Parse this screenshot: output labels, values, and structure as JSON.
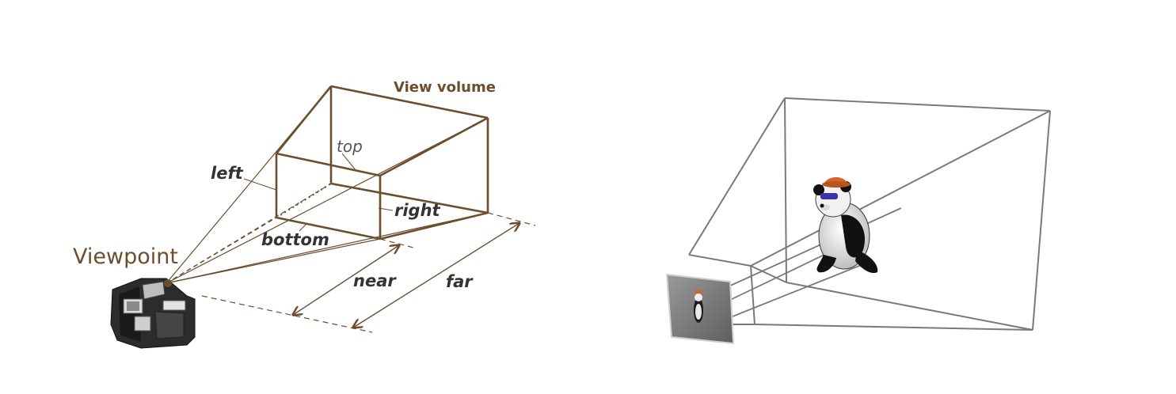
{
  "left_diagram": {
    "title": "View volume",
    "viewpoint_label": "Viewpoint",
    "labels": {
      "top": "top",
      "left": "left",
      "right": "right",
      "bottom": "bottom",
      "near": "near",
      "far": "far"
    }
  },
  "colors": {
    "frustum": "#6b4e2e",
    "label_text": "#333333",
    "right_frustum": "#7a7a7a"
  },
  "icons": [
    "camera-icon",
    "panda-figure",
    "image-plane"
  ]
}
